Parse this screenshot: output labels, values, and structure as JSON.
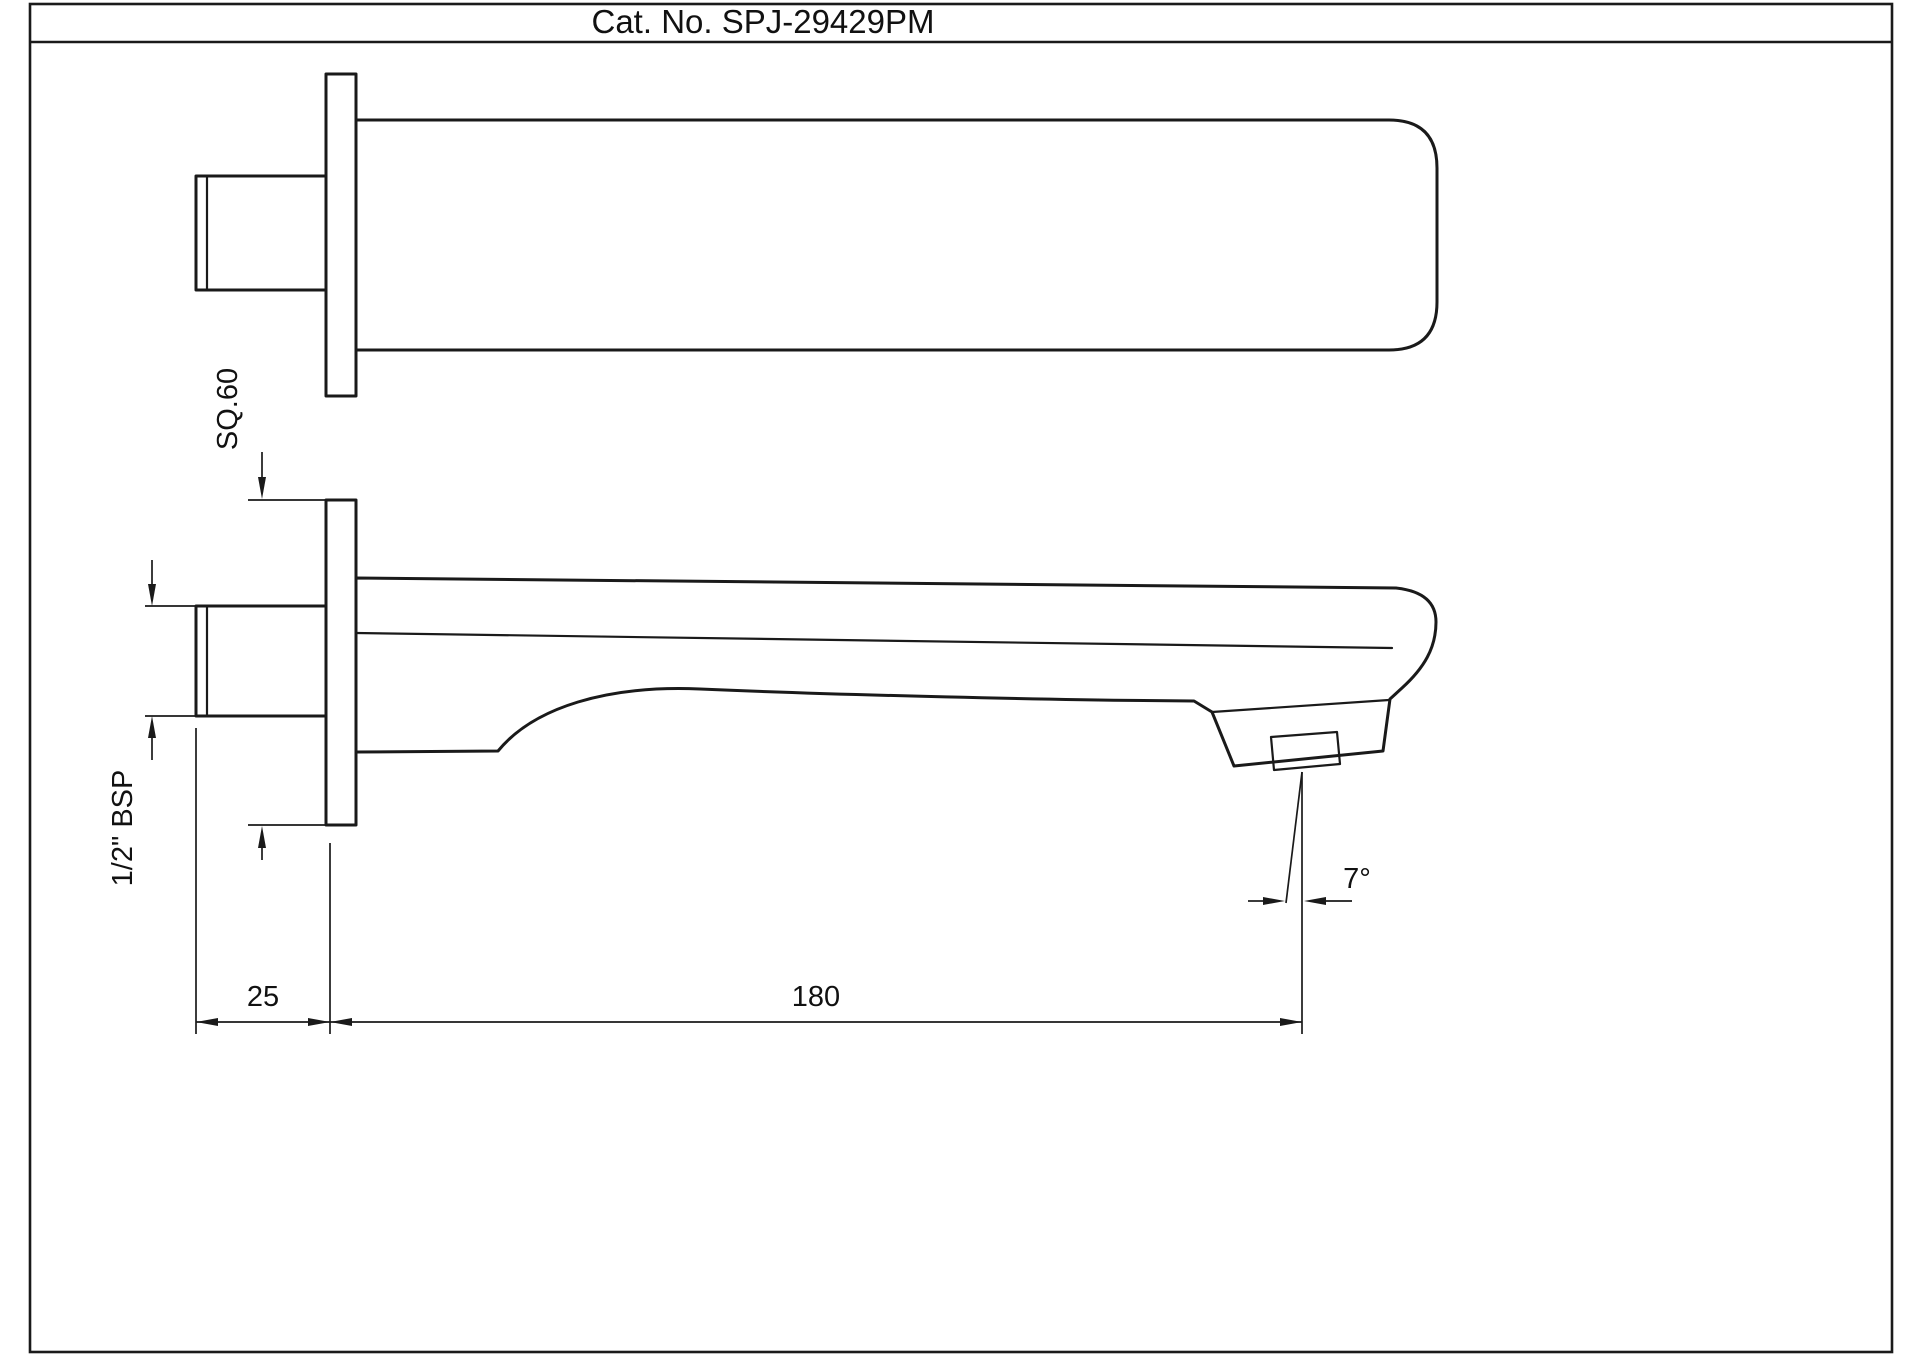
{
  "title": "Cat. No. SPJ-29429PM",
  "dimensions": {
    "flange_size": "SQ.60",
    "thread_size": "1/2\" BSP",
    "wall_offset": "25",
    "spout_length": "180",
    "outlet_angle": "7°"
  },
  "colors": {
    "line": "#1a1a1a",
    "background": "#ffffff"
  }
}
